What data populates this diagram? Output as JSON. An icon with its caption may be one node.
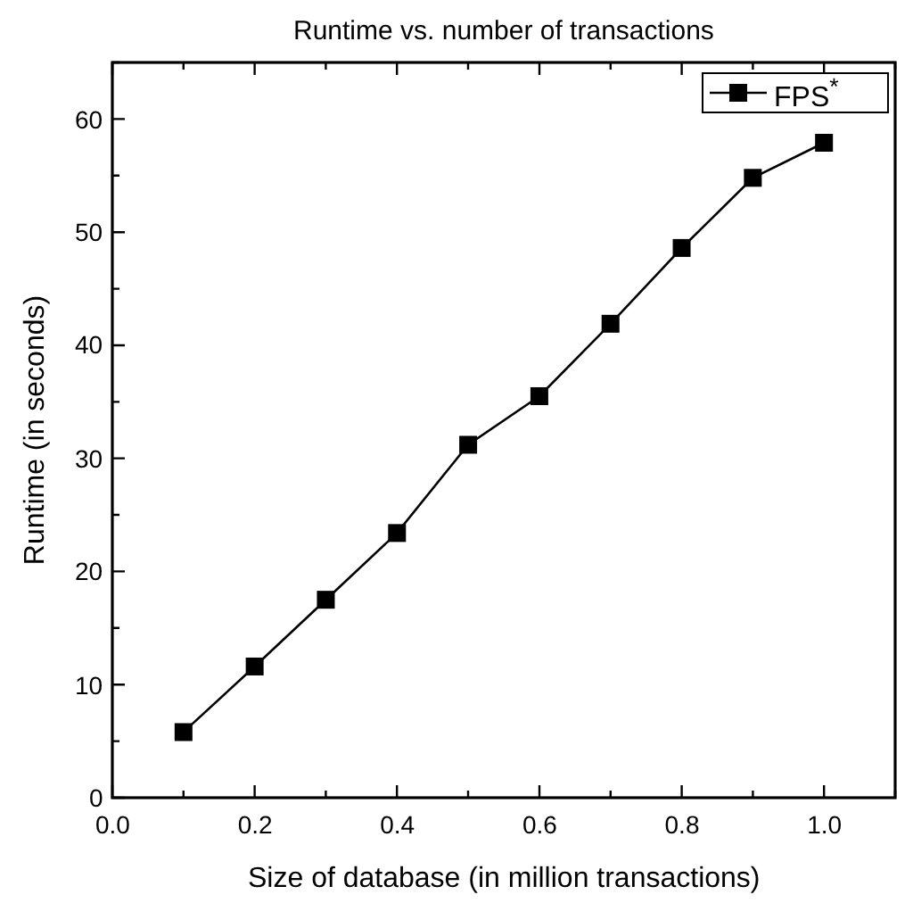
{
  "diagram": {
    "chart_data": {
      "type": "line",
      "title": "Runtime vs. number of transactions",
      "xlabel": "Size of database (in million transactions)",
      "ylabel": "Runtime (in seconds)",
      "x": [
        0.1,
        0.2,
        0.3,
        0.4,
        0.5,
        0.6,
        0.7,
        0.8,
        0.9,
        1.0
      ],
      "series": [
        {
          "name": "FPS$^{*}$",
          "color": "#000000",
          "marker": "square",
          "values": [
            5.8,
            11.6,
            17.5,
            23.4,
            31.2,
            35.5,
            41.9,
            48.6,
            54.8,
            57.9
          ]
        }
      ],
      "xlim": [
        0,
        1.1
      ],
      "ylim": [
        0,
        65
      ],
      "xticks": [
        {
          "value": 0,
          "label": "0.0"
        },
        {
          "value": 0.2,
          "label": "0.2"
        },
        {
          "value": 0.4,
          "label": "0.4"
        },
        {
          "value": 0.6,
          "label": "0.6"
        },
        {
          "value": 0.8,
          "label": "0.8"
        },
        {
          "value": 1.0,
          "label": "1.0"
        }
      ],
      "yticks": [
        0,
        10,
        20,
        30,
        40,
        50,
        60
      ]
    }
  }
}
